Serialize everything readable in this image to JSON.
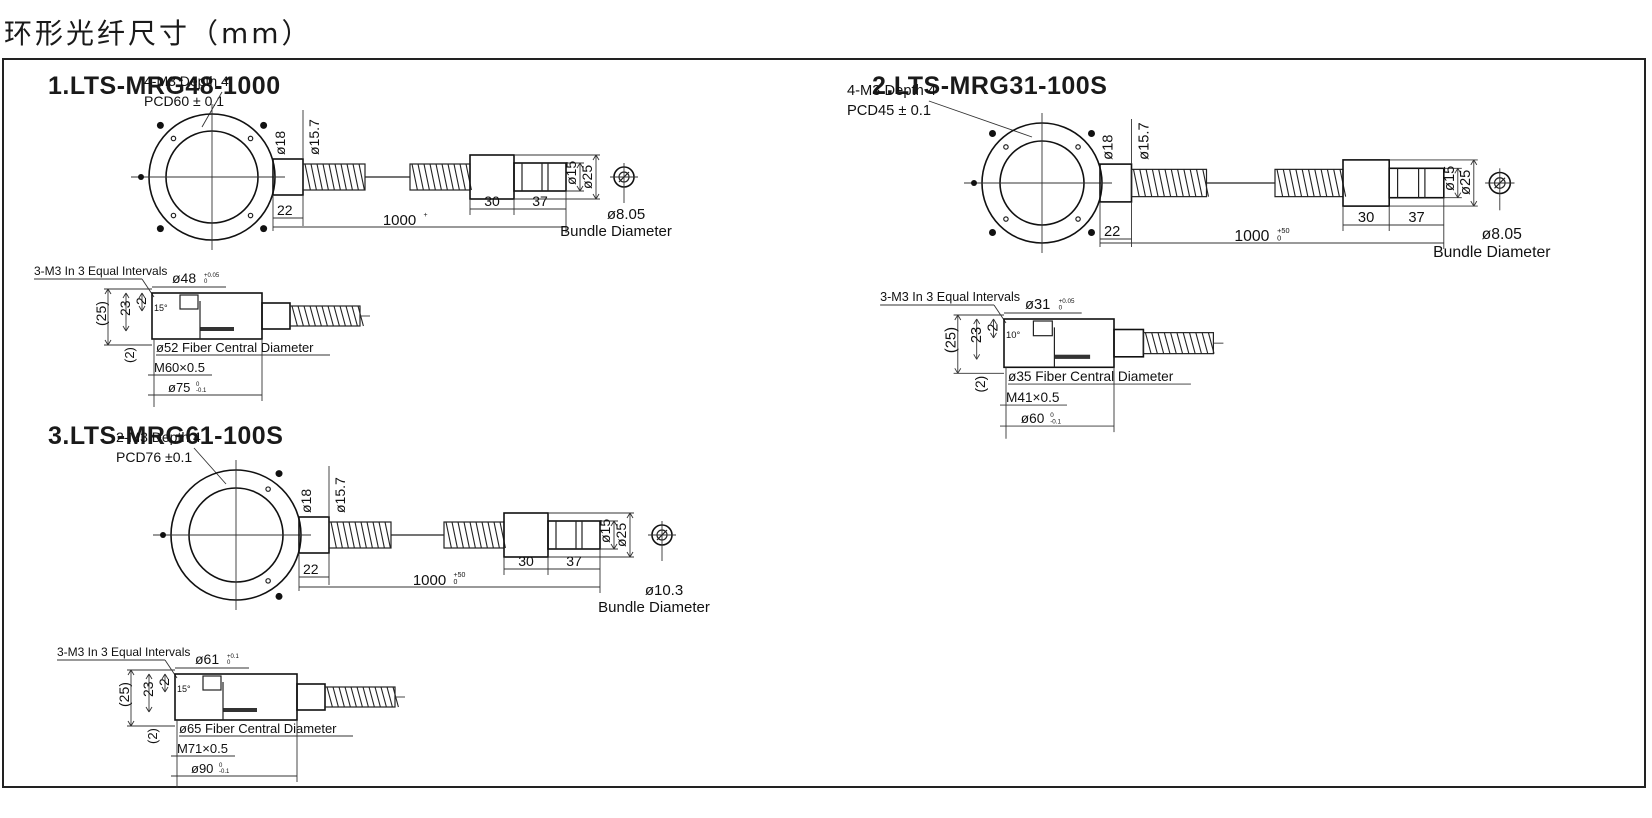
{
  "page_title": "环形光纤尺寸（mm）",
  "products": [
    {
      "title": "1.LTS-MRG48-1000",
      "top": {
        "thread_note_1": "4-M3 Depth 4",
        "thread_note_2": "PCD60 ± 0.1",
        "d_neck": "ø18",
        "d_hose": "ø15.7",
        "len_22": "22",
        "len_total": "1000",
        "len_tol": "+",
        "len_30": "30",
        "len_37": "37",
        "d_tip": "ø15",
        "d_ferrule": "ø25",
        "bundle_d": "ø8.05",
        "bundle_label": "Bundle Diameter"
      },
      "side": {
        "thread_note": "3-M3 In 3 Equal Intervals",
        "d_inner": "ø48",
        "d_inner_tol": "+0.05 / 0",
        "h25": "(25)",
        "h23": "23",
        "h2": "2",
        "angle": "15°",
        "h_bottom": "(2)",
        "fiber_d": "ø52 Fiber Central Diameter",
        "m_thread": "M60×0.5",
        "d_outer": "ø75",
        "d_outer_tol": "0 / -0.1"
      }
    },
    {
      "title": "2.LTS-MRG31-100S",
      "top": {
        "thread_note_1": "4-M3 Depth 4",
        "thread_note_2": "PCD45 ± 0.1",
        "d_neck": "ø18",
        "d_hose": "ø15.7",
        "len_22": "22",
        "len_total": "1000",
        "len_tol": "+50 / 0",
        "len_30": "30",
        "len_37": "37",
        "d_tip": "ø15",
        "d_ferrule": "ø25",
        "bundle_d": "ø8.05",
        "bundle_label": "Bundle Diameter"
      },
      "side": {
        "thread_note": "3-M3 In 3 Equal Intervals",
        "d_inner": "ø31",
        "d_inner_tol": "+0.05 / 0",
        "h25": "(25)",
        "h23": "23",
        "h2": "2",
        "angle": "10°",
        "h_bottom": "(2)",
        "fiber_d": "ø35 Fiber Central Diameter",
        "m_thread": "M41×0.5",
        "d_outer": "ø60",
        "d_outer_tol": "0 / -0.1"
      }
    },
    {
      "title": "3.LTS-MRG61-100S",
      "top": {
        "thread_note_1": "2-M3 Depth 4",
        "thread_note_2": "PCD76 ±0.1",
        "d_neck": "ø18",
        "d_hose": "ø15.7",
        "len_22": "22",
        "len_total": "1000",
        "len_tol": "+50 / 0",
        "len_30": "30",
        "len_37": "37",
        "d_tip": "ø15",
        "d_ferrule": "ø25",
        "bundle_d": "ø10.3",
        "bundle_label": "Bundle Diameter"
      },
      "side": {
        "thread_note": "3-M3 In 3 Equal Intervals",
        "d_inner": "ø61",
        "d_inner_tol": "+0.1 / 0",
        "h25": "(25)",
        "h23": "23",
        "h2": "2",
        "angle": "15°",
        "h_bottom": "(2)",
        "fiber_d": "ø65 Fiber Central Diameter",
        "m_thread": "M71×0.5",
        "d_outer": "ø90",
        "d_outer_tol": "0 / -0.1"
      }
    }
  ]
}
